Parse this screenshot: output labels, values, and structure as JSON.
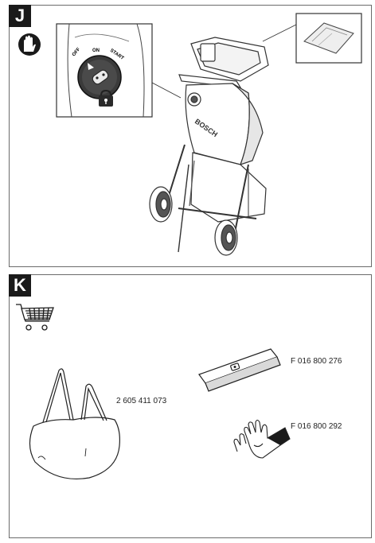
{
  "panel_j": {
    "letter": "J",
    "icons": [
      "gloves-safety-icon"
    ],
    "switch_labels": {
      "off": "OFF",
      "on": "ON",
      "start": "START"
    },
    "brand": "BOSCH"
  },
  "panel_k": {
    "letter": "K",
    "icons": [
      "shopping-cart-icon"
    ],
    "accessories": [
      {
        "name": "collection-bag",
        "part_number": "2 605 411 073"
      },
      {
        "name": "blade",
        "part_number": "F 016 800 276"
      },
      {
        "name": "gloves",
        "part_number": "F 016 800 292"
      }
    ]
  }
}
